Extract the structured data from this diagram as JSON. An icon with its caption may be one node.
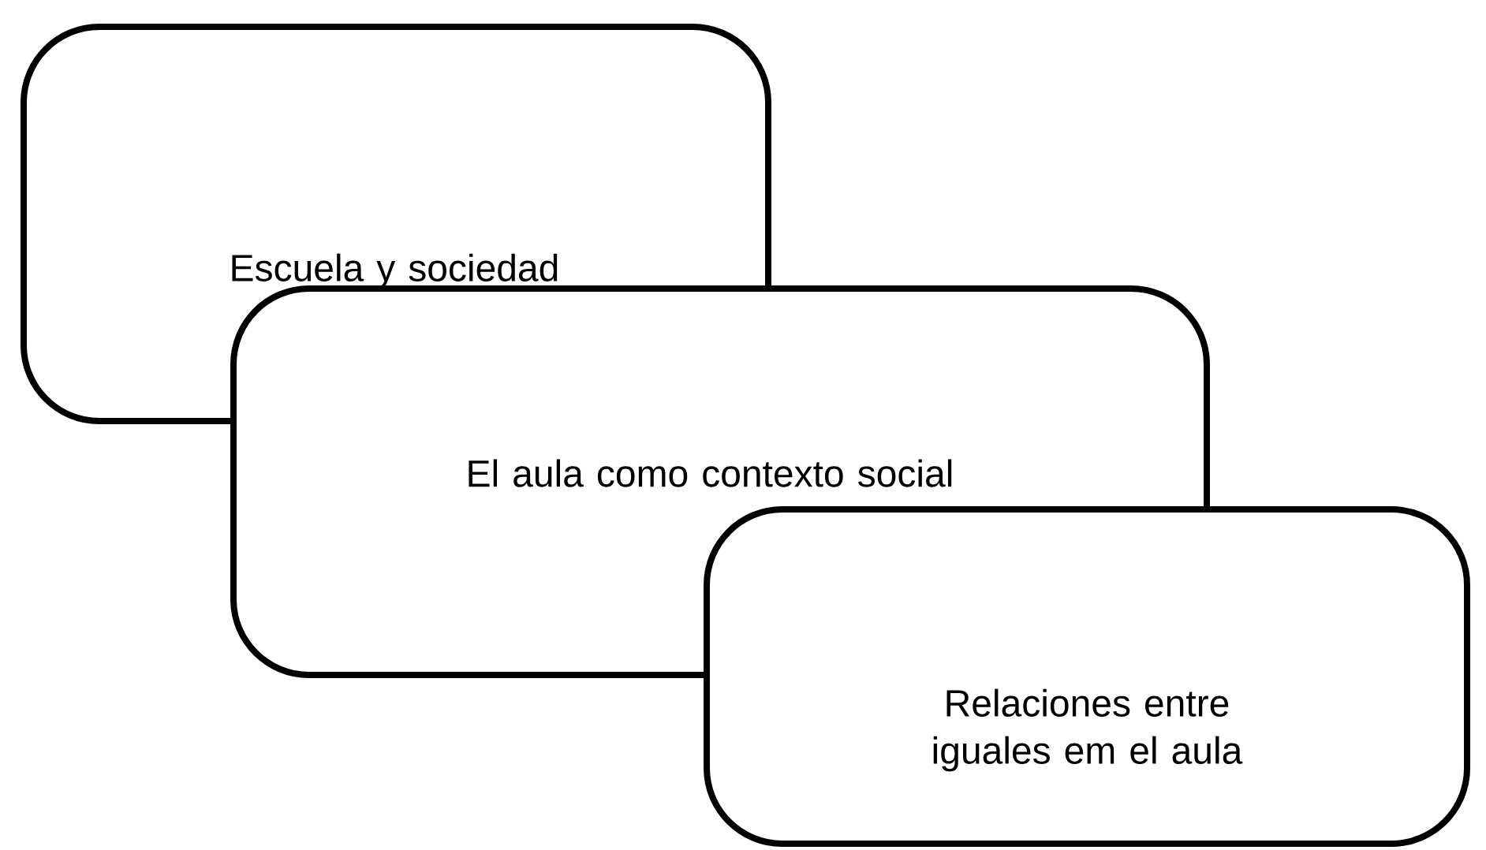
{
  "diagram": {
    "nodes": [
      {
        "text": [
          "Escuela y sociedad"
        ]
      },
      {
        "text": [
          "El aula como contexto social"
        ]
      },
      {
        "text": [
          "Relaciones entre iguales em el aula"
        ]
      }
    ]
  }
}
